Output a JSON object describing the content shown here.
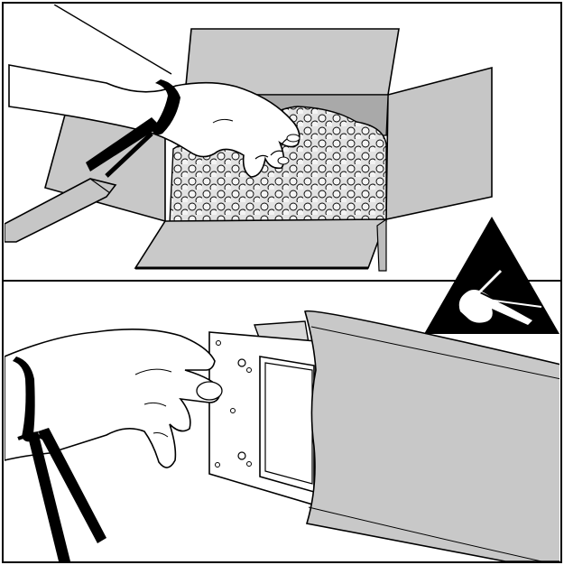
{
  "figure": {
    "panels": [
      {
        "id": "top",
        "subject": "unpacking-box-with-antistatic-wrist-strap"
      },
      {
        "id": "bottom",
        "subject": "removing-module-from-antistatic-sleeve"
      }
    ],
    "warning_symbol": {
      "icon": "esd-warning-icon",
      "fill": "#000000",
      "symbol_color": "#ffffff"
    },
    "colors": {
      "outline": "#000000",
      "box_fill": "#c9c9c9",
      "box_dark": "#a9a9a9",
      "bubble_fill": "#e0e0e0",
      "sleeve_fill": "#c8c8c8",
      "strap": "#000000",
      "background": "#ffffff"
    }
  }
}
